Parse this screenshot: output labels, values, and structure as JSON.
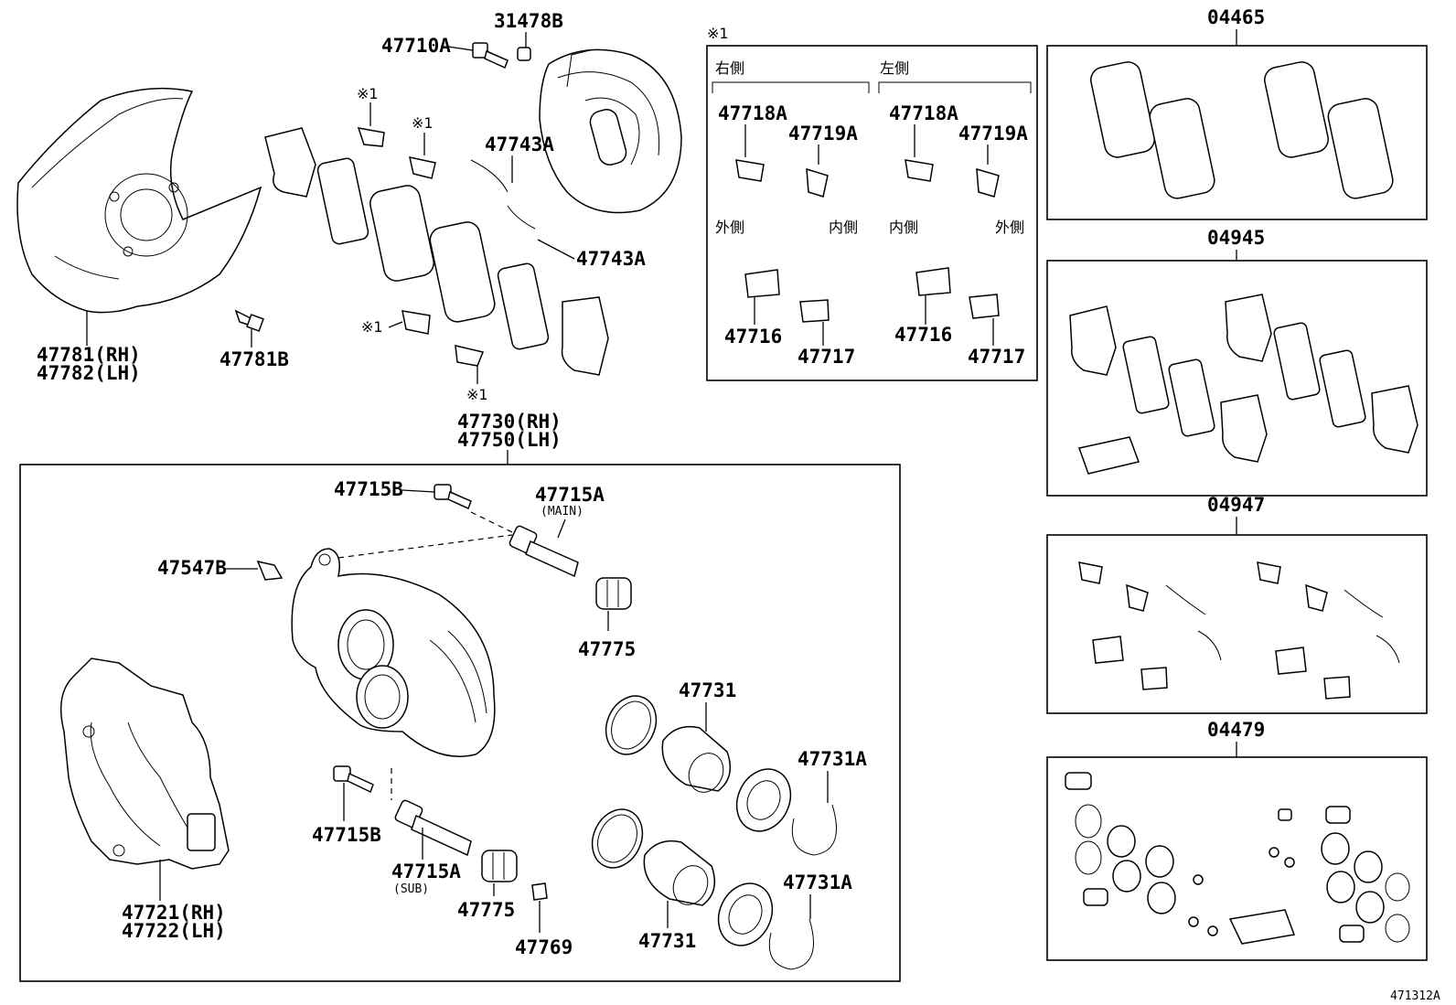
{
  "labels": {
    "p31478B": "31478B",
    "p47710A": "47710A",
    "p47743A_top": "47743A",
    "p47743A_bot": "47743A",
    "p47781_rh": "47781(RH)",
    "p47782_lh": "47782(LH)",
    "p47781B": "47781B",
    "p47730_rh": "47730(RH)",
    "p47750_lh": "47750(LH)",
    "note_1a": "※1",
    "note_1b": "※1",
    "note_1c": "※1",
    "note_1d": "※1",
    "p47715B_top": "47715B",
    "p47715A_main": "47715A",
    "main_sub": "(MAIN)",
    "p47547B": "47547B",
    "p47775_top": "47775",
    "p47731_top": "47731",
    "p47731A_top": "47731A",
    "p47731A_bot": "47731A",
    "p47731_bot": "47731",
    "p47721_rh": "47721(RH)",
    "p47722_lh": "47722(LH)",
    "p47715B_bot": "47715B",
    "p47715A_sub": "47715A",
    "sub_sub": "(SUB)",
    "p47775_bot": "47775",
    "p47769": "47769"
  },
  "inset": {
    "mark": "※1",
    "right_side": "右側",
    "left_side": "左側",
    "r_47718A": "47718A",
    "r_47719A": "47719A",
    "l_47718A": "47718A",
    "l_47719A": "47719A",
    "outer_r": "外側",
    "inner_r": "内側",
    "inner_l": "内側",
    "outer_l": "外側",
    "r_47716": "47716",
    "r_47717": "47717",
    "l_47716": "47716",
    "l_47717": "47717"
  },
  "kits": {
    "k04465": "04465",
    "k04945": "04945",
    "k04947": "04947",
    "k04479": "04479"
  },
  "figure_id": "471312A"
}
